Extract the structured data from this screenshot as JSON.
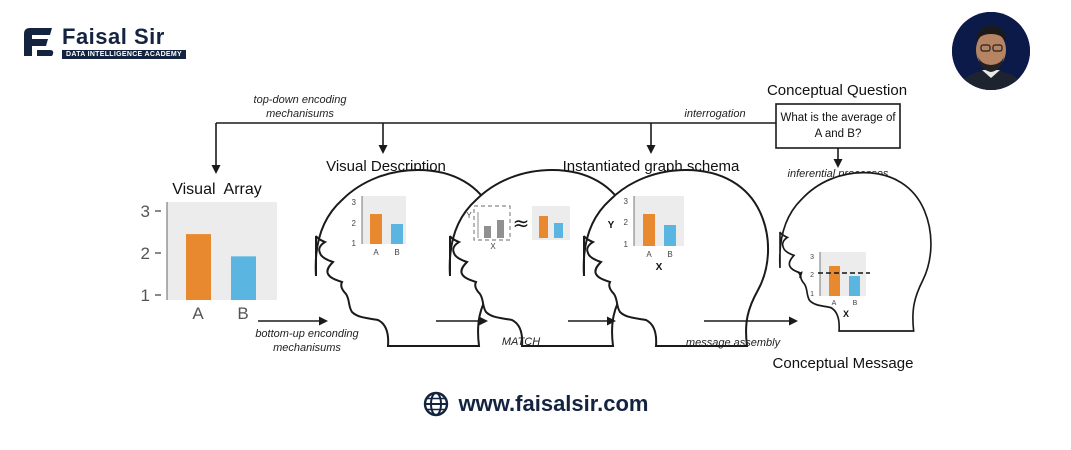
{
  "brand": {
    "name": "Faisal Sir",
    "tagline": "DATA INTELLIGENCE ACADEMY"
  },
  "footer": {
    "url": "www.faisalsir.com"
  },
  "colors": {
    "orange": "#e8892f",
    "blue": "#5ab6e0",
    "gray": "#909090",
    "panel": "#ececec",
    "ink": "#1a1a1a",
    "brand": "#14233f"
  },
  "diagram": {
    "top_down_label_1": "top-down encoding",
    "top_down_label_2": "mechanisums",
    "interrogation_label": "interrogation",
    "conceptual_question_title": "Conceptual Question",
    "question_line_1": "What is the average of",
    "question_line_2": "A and B?",
    "inferential_label": "inferential processes",
    "visual_array_title": "Visual  Array",
    "visual_description_title": "Visual Description",
    "graph_schema_title": "Instantiated graph schema",
    "conceptual_message_title": "Conceptual Message",
    "bottom_up_label_1": "bottom-up enconding",
    "bottom_up_label_2": "mechanisums",
    "match_label": "MATCH",
    "message_assembly_label": "message assembly",
    "approx_symbol": "≈",
    "axis_y": "Y",
    "axis_x": "X",
    "categories": [
      "A",
      "B"
    ],
    "values": [
      2.45,
      1.92
    ],
    "ticks": [
      "3",
      "2",
      "1"
    ]
  }
}
